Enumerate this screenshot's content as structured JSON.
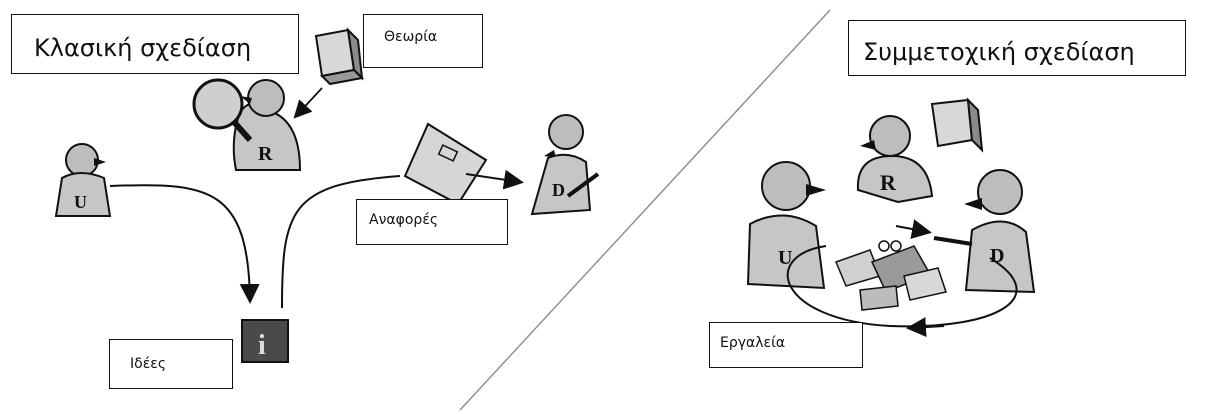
{
  "left_panel": {
    "title": "Κλασική σχεδίαση",
    "labels": {
      "theory": "Θεωρία",
      "reports": "Αναφορές",
      "ideas": "Ιδέες"
    },
    "characters": {
      "user": "U",
      "researcher": "R",
      "designer": "D"
    }
  },
  "right_panel": {
    "title": "Συμμετοχική σχεδίαση",
    "labels": {
      "tools": "Εργαλεία"
    },
    "characters": {
      "user": "U",
      "researcher": "R",
      "designer": "D"
    }
  }
}
